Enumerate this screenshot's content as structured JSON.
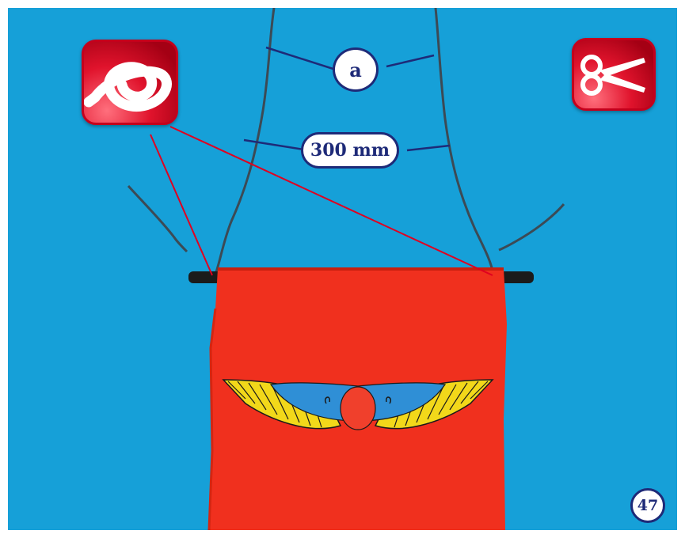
{
  "measurements": {
    "label_a": "a",
    "label_length": "300 mm"
  },
  "icons": {
    "knot": "knot-icon",
    "scissors": "scissors-icon"
  },
  "page": {
    "number": "47"
  },
  "colors": {
    "background": "#16a0d8",
    "banner": "#f0301e",
    "badge_red": "#e0132c",
    "label_blue": "#1e2a78",
    "pointer_line": "#e00020"
  }
}
